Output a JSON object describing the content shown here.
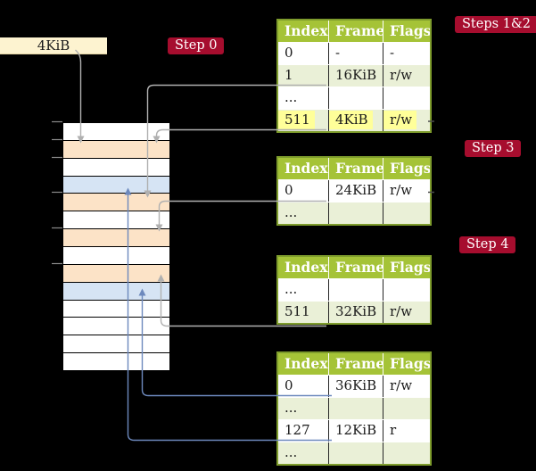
{
  "colors": {
    "background": "#000000",
    "crimson_badge": "#a60d2e",
    "cream_box": "#fdf3d0",
    "table_header_green": "#a5c337",
    "table_row_green": "#eaf0d7",
    "table_border_olive": "#7e9c2c",
    "memory_orange": "#fce3c7",
    "memory_blue": "#d6e4f4",
    "gray_arrow": "#b0b0b0",
    "blue_arrow": "#6d89bd",
    "yellow_highlight": "#ffff99"
  },
  "frame_box": {
    "label": "4KiB"
  },
  "step_badges": [
    {
      "id": "step-0",
      "label": "Step 0"
    },
    {
      "id": "steps-1-2",
      "label": "Steps 1&2"
    },
    {
      "id": "step-3",
      "label": "Step 3"
    },
    {
      "id": "step-4",
      "label": "Step 4"
    }
  ],
  "memory_strip": {
    "rows": [
      {
        "shade": "white"
      },
      {
        "shade": "orange"
      },
      {
        "shade": "white"
      },
      {
        "shade": "blue"
      },
      {
        "shade": "orange"
      },
      {
        "shade": "white"
      },
      {
        "shade": "orange"
      },
      {
        "shade": "white"
      },
      {
        "shade": "orange"
      },
      {
        "shade": "blue"
      },
      {
        "shade": "white"
      },
      {
        "shade": "white"
      },
      {
        "shade": "white"
      },
      {
        "shade": "white"
      }
    ]
  },
  "page_tables": [
    {
      "name": "page-table-steps-1-2",
      "headers": [
        "Index",
        "Frame",
        "Flags"
      ],
      "rows": [
        {
          "shade": "white",
          "highlight": false,
          "cells": [
            "0",
            "-",
            "-"
          ]
        },
        {
          "shade": "green",
          "highlight": false,
          "cells": [
            "1",
            "16KiB",
            "r/w"
          ]
        },
        {
          "shade": "white",
          "highlight": false,
          "cells": [
            "...",
            "",
            ""
          ]
        },
        {
          "shade": "green",
          "highlight": true,
          "cells": [
            "511",
            "4KiB",
            "r/w"
          ]
        }
      ]
    },
    {
      "name": "page-table-step-3",
      "headers": [
        "Index",
        "Frame",
        "Flags"
      ],
      "rows": [
        {
          "shade": "white",
          "highlight": false,
          "cells": [
            "0",
            "24KiB",
            "r/w"
          ]
        },
        {
          "shade": "green",
          "highlight": false,
          "cells": [
            "...",
            "",
            ""
          ]
        }
      ]
    },
    {
      "name": "page-table-step-4",
      "headers": [
        "Index",
        "Frame",
        "Flags"
      ],
      "rows": [
        {
          "shade": "white",
          "highlight": false,
          "cells": [
            "...",
            "",
            ""
          ]
        },
        {
          "shade": "green",
          "highlight": false,
          "cells": [
            "511",
            "32KiB",
            "r/w"
          ]
        }
      ]
    },
    {
      "name": "page-table-final",
      "headers": [
        "Index",
        "Frame",
        "Flags"
      ],
      "rows": [
        {
          "shade": "white",
          "highlight": false,
          "cells": [
            "0",
            "36KiB",
            "r/w"
          ]
        },
        {
          "shade": "green",
          "highlight": false,
          "cells": [
            "...",
            "",
            ""
          ]
        },
        {
          "shade": "white",
          "highlight": false,
          "cells": [
            "127",
            "12KiB",
            "r"
          ]
        },
        {
          "shade": "green",
          "highlight": false,
          "cells": [
            "...",
            "",
            ""
          ]
        }
      ]
    }
  ]
}
